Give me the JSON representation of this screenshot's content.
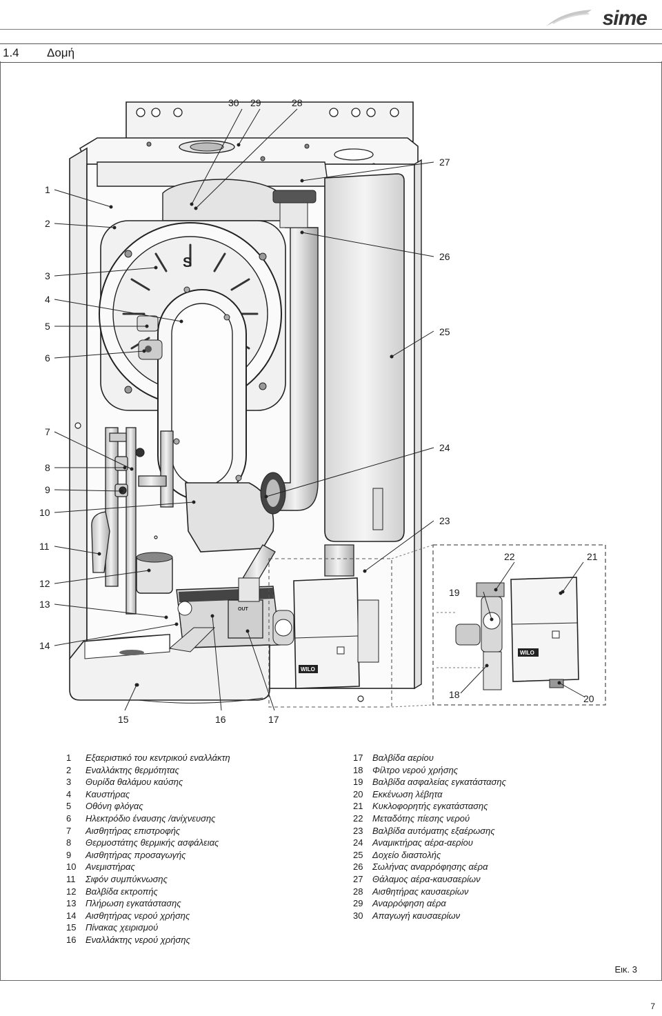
{
  "header": {
    "brand": "sime"
  },
  "section": {
    "number": "1.4",
    "title": "Δομή"
  },
  "callouts": {
    "n1": "1",
    "n2": "2",
    "n3": "3",
    "n4": "4",
    "n5": "5",
    "n6": "6",
    "n7": "7",
    "n8": "8",
    "n9": "9",
    "n10": "10",
    "n11": "11",
    "n12": "12",
    "n13": "13",
    "n14": "14",
    "n15": "15",
    "n16": "16",
    "n17": "17",
    "n18": "18",
    "n19": "19",
    "n20": "20",
    "n21": "21",
    "n22": "22",
    "n23": "23",
    "n24": "24",
    "n25": "25",
    "n26": "26",
    "n27": "27",
    "n28": "28",
    "n29": "29",
    "n30": "30"
  },
  "legend_left": [
    {
      "num": "1",
      "text": "Εξαεριστικό του κεντρικού εναλλάκτη"
    },
    {
      "num": "2",
      "text": "Εναλλάκτης θερμότητας"
    },
    {
      "num": "3",
      "text": "Θυρίδα θαλάμου καύσης"
    },
    {
      "num": "4",
      "text": "Καυστήρας"
    },
    {
      "num": "5",
      "text": "Οθόνη φλόγας"
    },
    {
      "num": "6",
      "text": "Ηλεκτρόδιο έναυσης /ανίχνευσης"
    },
    {
      "num": "7",
      "text": "Αισθητήρας επιστροφής"
    },
    {
      "num": "8",
      "text": "Θερμοστάτης θερμικής ασφάλειας"
    },
    {
      "num": "9",
      "text": "Αισθητήρας προσαγωγής"
    },
    {
      "num": "10",
      "text": "Ανεμιστήρας"
    },
    {
      "num": "11",
      "text": "Σιφόν συμπύκνωσης"
    },
    {
      "num": "12",
      "text": "Βαλβίδα εκτροπής"
    },
    {
      "num": "13",
      "text": "Πλήρωση εγκατάστασης"
    },
    {
      "num": "14",
      "text": "Αισθητήρας νερού χρήσης"
    },
    {
      "num": "15",
      "text": "Πίνακας χειρισμού"
    },
    {
      "num": "16",
      "text": "Εναλλάκτης νερού χρήσης"
    }
  ],
  "legend_right": [
    {
      "num": "17",
      "text": "Βαλβίδα αερίου"
    },
    {
      "num": "18",
      "text": "Φίλτρο νερού χρήσης"
    },
    {
      "num": "19",
      "text": "Βαλβίδα ασφαλείας εγκατάστασης"
    },
    {
      "num": "20",
      "text": "Εκκένωση λέβητα"
    },
    {
      "num": "21",
      "text": "Κυκλοφορητής εγκατάστασης"
    },
    {
      "num": "22",
      "text": "Μεταδότης πίεσης νερού"
    },
    {
      "num": "23",
      "text": "Βαλβίδα αυτόματης εξαέρωσης"
    },
    {
      "num": "24",
      "text": "Αναμικτήρας αέρα-αερίου"
    },
    {
      "num": "25",
      "text": "Δοχείο διαστολής"
    },
    {
      "num": "26",
      "text": "Σωλήνας αναρρόφησης αέρα"
    },
    {
      "num": "27",
      "text": "Θάλαμος αέρα-καυσαερίων"
    },
    {
      "num": "28",
      "text": "Αισθητήρας καυσαερίων"
    },
    {
      "num": "29",
      "text": "Αναρρόφηση αέρα"
    },
    {
      "num": "30",
      "text": "Απαγωγή καυσαερίων"
    }
  ],
  "figure_caption": "Εικ. 3",
  "page_number": "7",
  "drawing": {
    "burner_letter": "S",
    "pump_brand": "WILO",
    "gas_valve_label": "OUT"
  }
}
